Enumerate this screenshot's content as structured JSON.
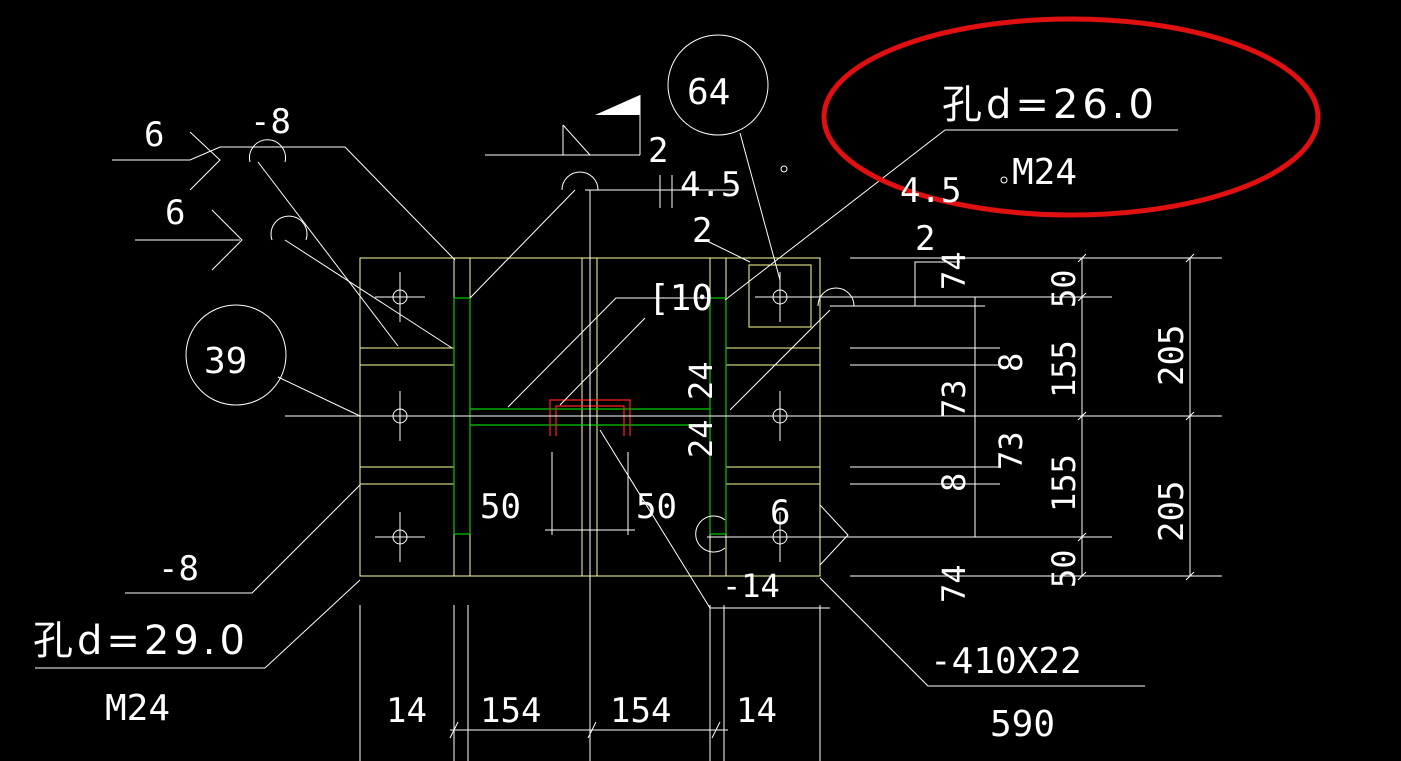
{
  "drawing": {
    "labels": {
      "hole_top": "孔d=26.0",
      "bolt_top": "M24",
      "hole_bottom": "孔d=29.0",
      "bolt_bottom": "M24",
      "plate_main": "-410X22",
      "plate_main_len": "590",
      "plate_left": "-8",
      "plate_left2": "-8",
      "plate_bottom": "-14",
      "channel": "[10",
      "detail_64": "64",
      "detail_39": "39",
      "weld_6a": "6",
      "weld_6b": "6",
      "weld_6c": "6",
      "weld_2a": "2",
      "weld_2b": "2",
      "weld_2c": "2",
      "weld_45a": "4.5",
      "weld_45b": "4.5",
      "dim_24a": "24",
      "dim_24b": "24",
      "dim_50a": "50",
      "dim_50b": "50",
      "dim_50c": "50",
      "dim_50d": "50",
      "dim_155a": "155",
      "dim_155b": "155",
      "dim_205a": "205",
      "dim_205b": "205",
      "dim_73a": "73",
      "dim_73b": "73",
      "dim_8a": "8",
      "dim_8b": "8",
      "dim_74a": "74",
      "dim_74b": "74",
      "dim_14a": "14",
      "dim_14b": "14",
      "dim_154a": "154",
      "dim_154b": "154"
    },
    "colors": {
      "background": "#000000",
      "line": "#ffffff",
      "plate": "#ffff99",
      "weld_plate": "#00cc00",
      "channel": "#ff2020",
      "highlight": "#e01010"
    }
  }
}
